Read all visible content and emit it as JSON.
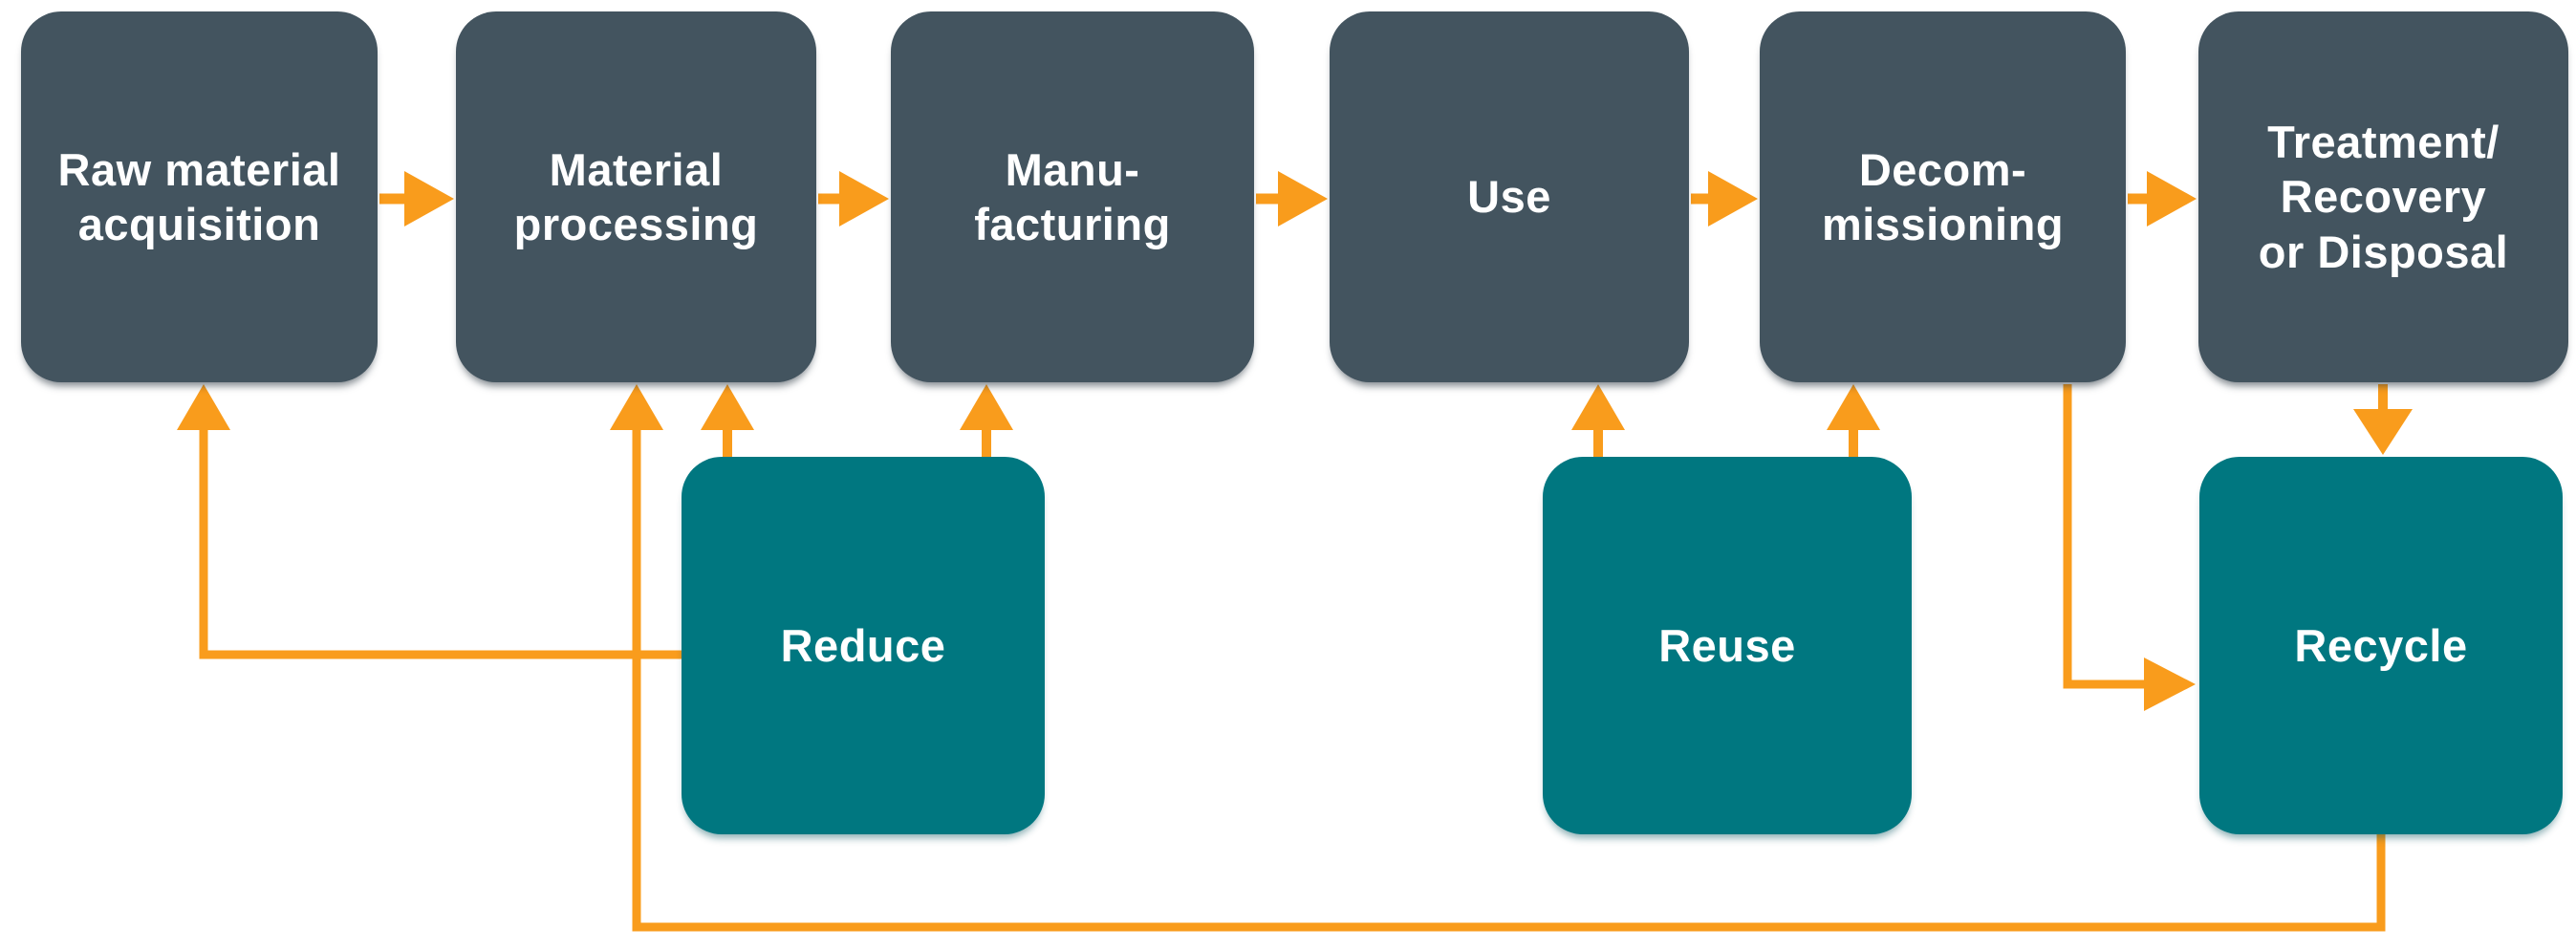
{
  "diagram": {
    "stages": [
      {
        "id": "raw-material-acquisition",
        "label": "Raw material\nacquisition"
      },
      {
        "id": "material-processing",
        "label": "Material\nprocessing"
      },
      {
        "id": "manufacturing",
        "label": "Manu-\nfacturing"
      },
      {
        "id": "use",
        "label": "Use"
      },
      {
        "id": "decommissioning",
        "label": "Decom-\nmissioning"
      },
      {
        "id": "treatment-recovery-disposal",
        "label": "Treatment/\nRecovery\nor Disposal"
      }
    ],
    "strategies": [
      {
        "id": "reduce",
        "label": "Reduce"
      },
      {
        "id": "reuse",
        "label": "Reuse"
      },
      {
        "id": "recycle",
        "label": "Recycle"
      }
    ],
    "colors": {
      "stage_fill": "#43545F",
      "strategy_fill": "#007780",
      "arrow": "#F99C1C",
      "label_text": "#FFFFFF",
      "background": "#FFFFFF"
    }
  }
}
